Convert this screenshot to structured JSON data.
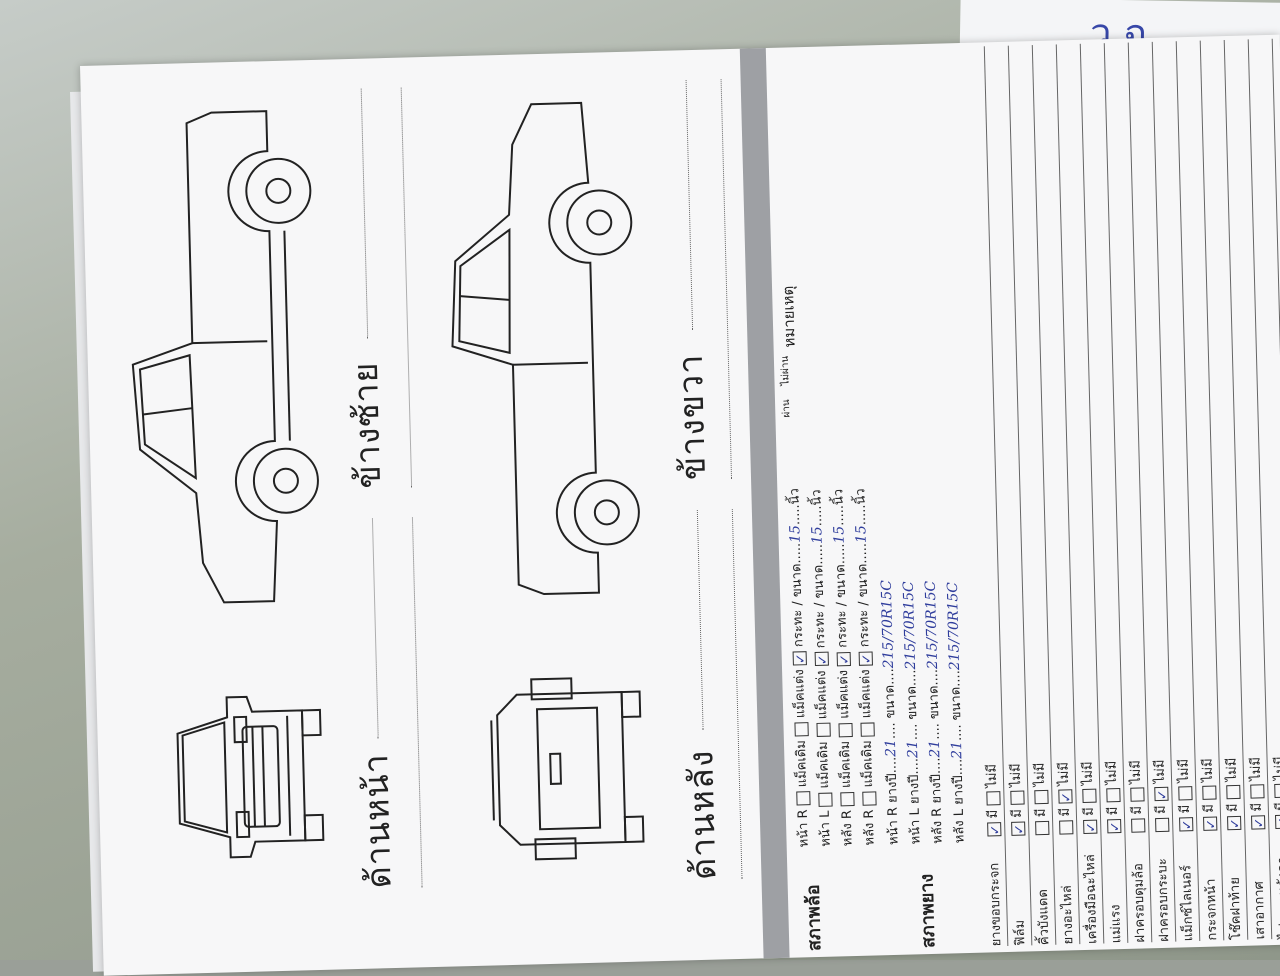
{
  "views": {
    "front": "ด้านหน้า",
    "left": "ข้างซ้าย",
    "rear": "ด้านหลัง",
    "right": "ข้างขวา"
  },
  "sections": {
    "wheels": "สภาพล้อ",
    "tires": "สภาพยาง"
  },
  "header": {
    "pass": "ผ่าน",
    "fail": "ไม่ผ่าน",
    "note": "หมายเหตุ"
  },
  "wheel_rows": [
    {
      "pos": "หน้า R",
      "opt1": "แม็คเดิม",
      "opt2": "แม็คแต่ง",
      "opt3": "กระทะ / ขนาด",
      "size": "15",
      "unit": "นิ้ว"
    },
    {
      "pos": "หน้า L",
      "opt1": "แม็คเดิม",
      "opt2": "แม็คแต่ง",
      "opt3": "กระทะ / ขนาด",
      "size": "15",
      "unit": "นิ้ว"
    },
    {
      "pos": "หลัง R",
      "opt1": "แม็คเดิม",
      "opt2": "แม็คแต่ง",
      "opt3": "กระทะ / ขนาด",
      "size": "15",
      "unit": "นิ้ว"
    },
    {
      "pos": "หลัง R",
      "opt1": "แม็คเดิม",
      "opt2": "แม็คแต่ง",
      "opt3": "กระทะ / ขนาด",
      "size": "15",
      "unit": "นิ้ว"
    }
  ],
  "tire_rows": [
    {
      "pos": "หน้า R",
      "year_label": "ยางปี",
      "year": "21",
      "size_label": "ขนาด",
      "size": "215/70R15C"
    },
    {
      "pos": "หน้า L",
      "year_label": "ยางปี",
      "year": "21",
      "size_label": "ขนาด",
      "size": "215/70R15C"
    },
    {
      "pos": "หลัง R",
      "year_label": "ยางปี",
      "year": "21",
      "size_label": "ขนาด",
      "size": "215/70R15C"
    },
    {
      "pos": "หลัง L",
      "year_label": "ยางปี",
      "year": "21",
      "size_label": "ขนาด",
      "size": "215/70R15C"
    }
  ],
  "yes_label": "มี",
  "no_label": "ไม่มี",
  "equipment": [
    {
      "name": "ยางขอบกระจก",
      "mark": "มี"
    },
    {
      "name": "ฟิล์ม",
      "mark": "มี"
    },
    {
      "name": "คิ้วบังแดด",
      "mark": ""
    },
    {
      "name": "ยางอะไหล่",
      "mark": "ไม่มี"
    },
    {
      "name": "เครื่องมือฉะไหล่",
      "mark": "มี"
    },
    {
      "name": "แม่แรง",
      "mark": "มี"
    },
    {
      "name": "ฝาครอบดุมล้อ",
      "mark": ""
    },
    {
      "name": "ฝาครอบกระบะ",
      "mark": "ไม่มี"
    },
    {
      "name": "แม็กซ์ไลเนอร์",
      "mark": "มี"
    },
    {
      "name": "กระจกหน้า",
      "mark": "มี"
    },
    {
      "name": "โช๊คฝาท้าย",
      "mark": "มี"
    },
    {
      "name": "เสาอากาศ",
      "mark": "มี"
    },
    {
      "name": "ไฟเบรกหลังคา",
      "mark": "มี"
    }
  ],
  "tick": "✓",
  "note_scribble": "ว ฉ"
}
